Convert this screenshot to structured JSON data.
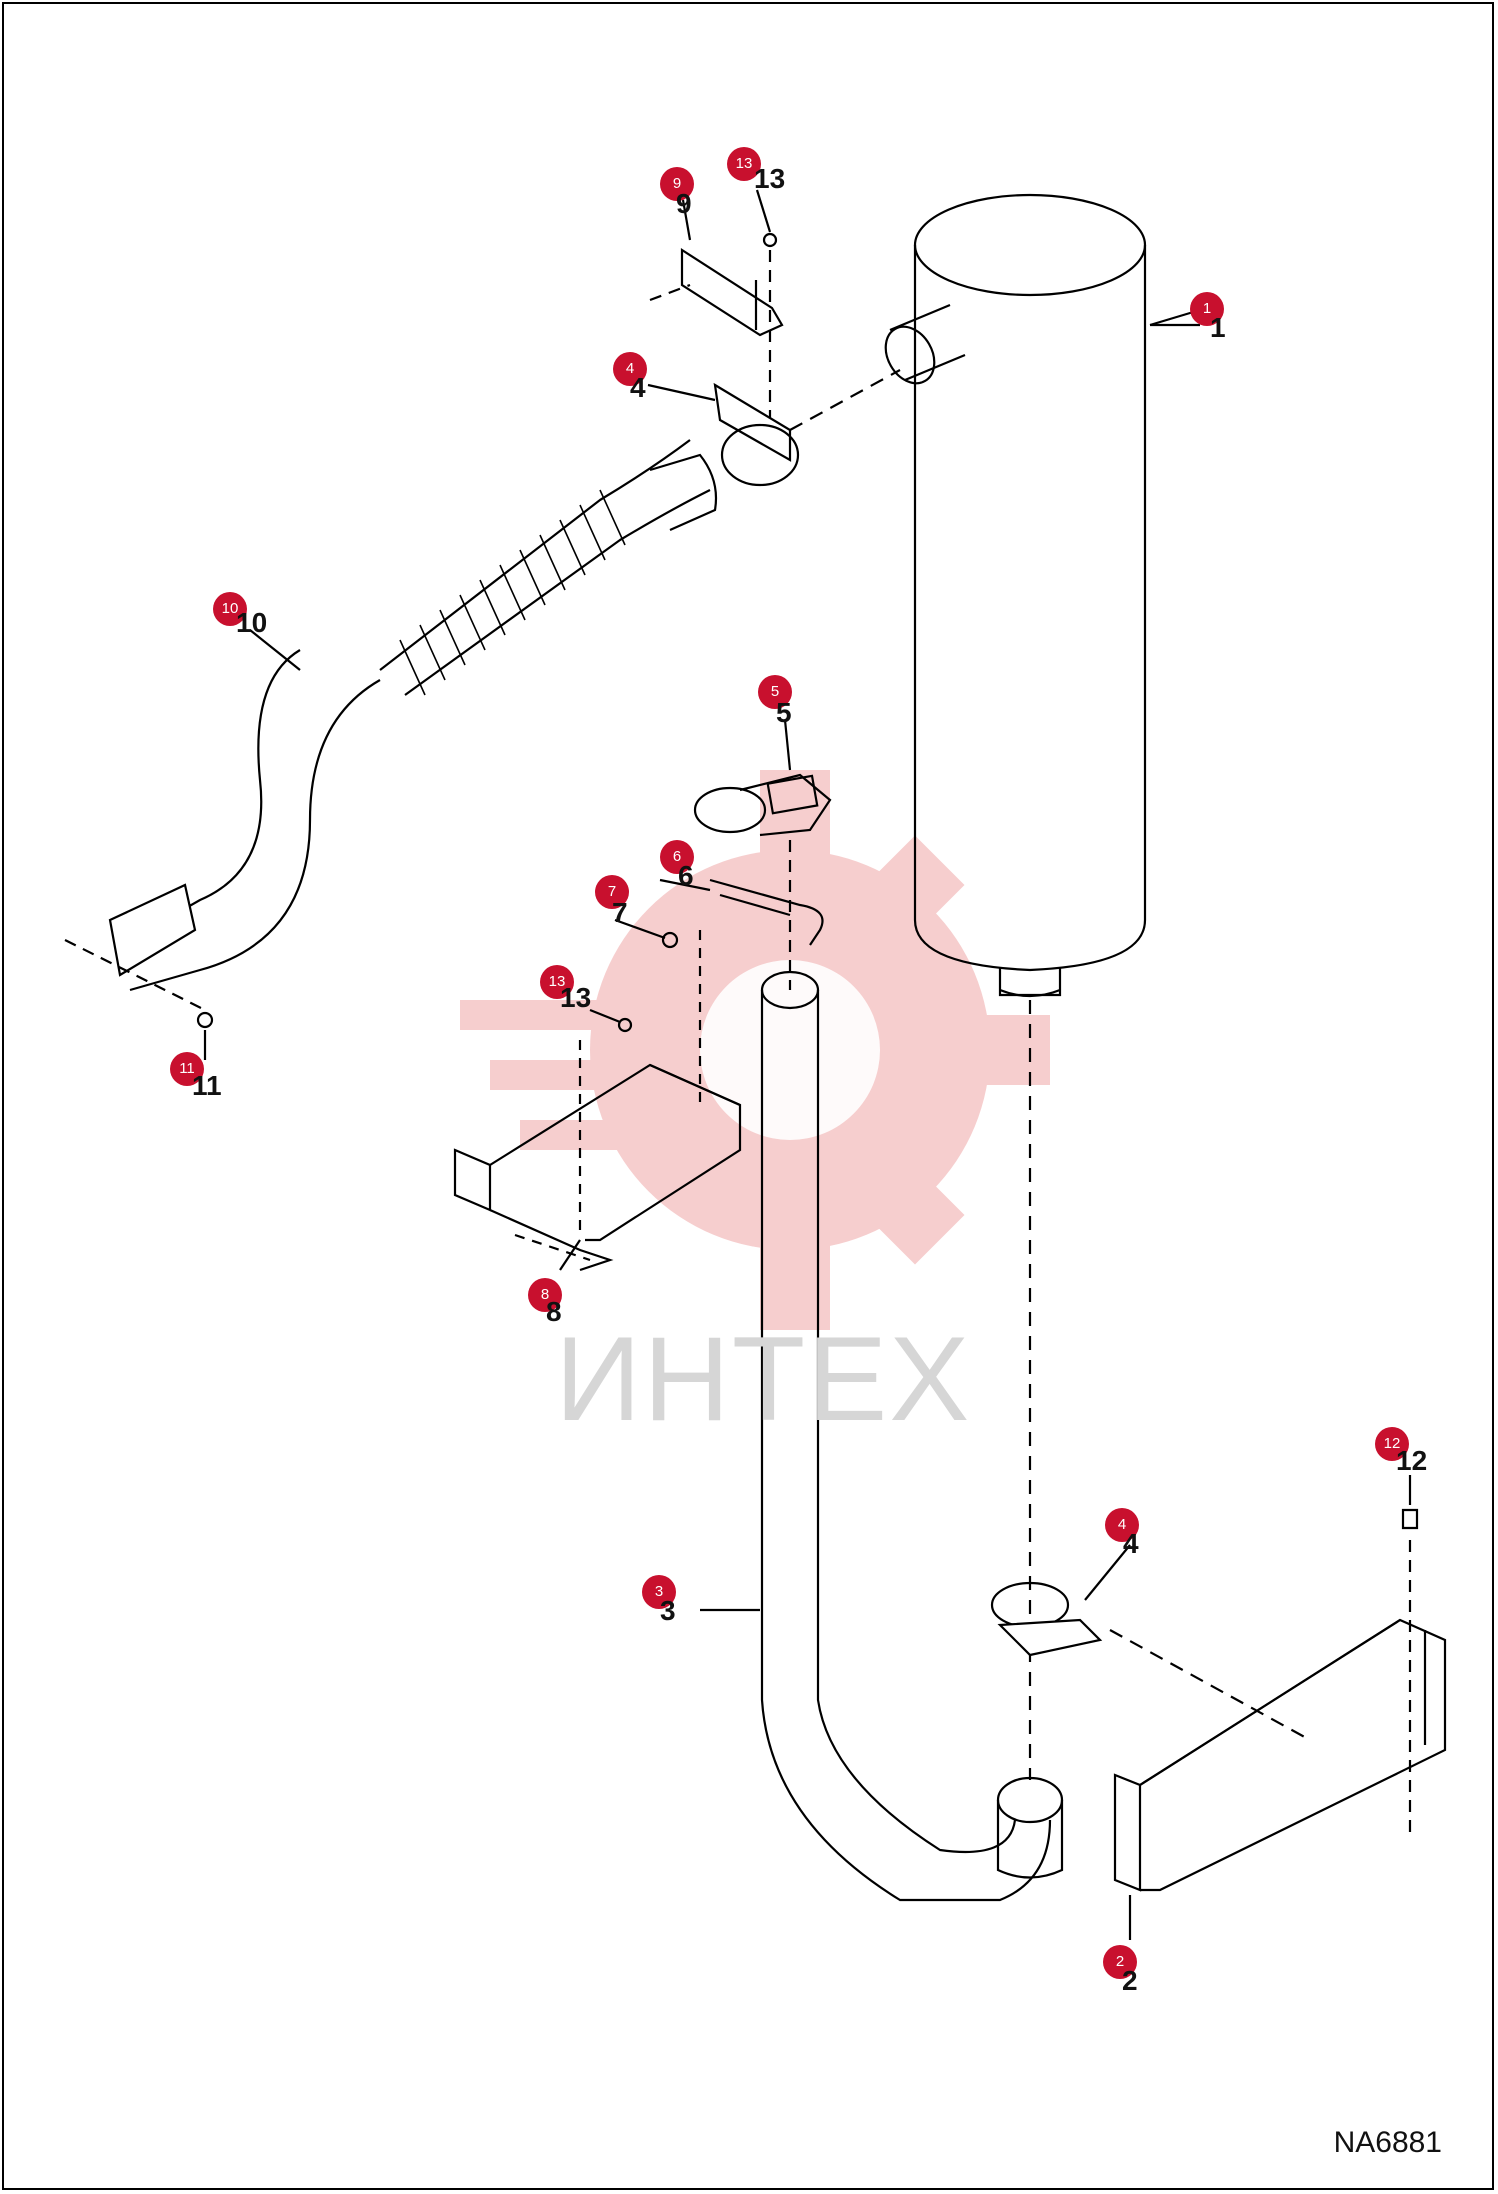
{
  "watermark_text": "ИНТЕХ",
  "drawing_code": "NA6881",
  "callouts": [
    "1",
    "2",
    "3",
    "4",
    "5",
    "6",
    "7",
    "8",
    "9",
    "10",
    "11",
    "12",
    "13"
  ],
  "part_labels": {
    "p1": "1",
    "p2": "2",
    "p3": "3",
    "p4a": "4",
    "p4b": "4",
    "p5": "5",
    "p6": "6",
    "p7": "7",
    "p8": "8",
    "p9": "9",
    "p10": "10",
    "p11": "11",
    "p12": "12",
    "p13a": "13",
    "p13b": "13"
  },
  "colors": {
    "callout": "#c8102e",
    "watermark": "#f2b8b8",
    "line": "#000000"
  }
}
